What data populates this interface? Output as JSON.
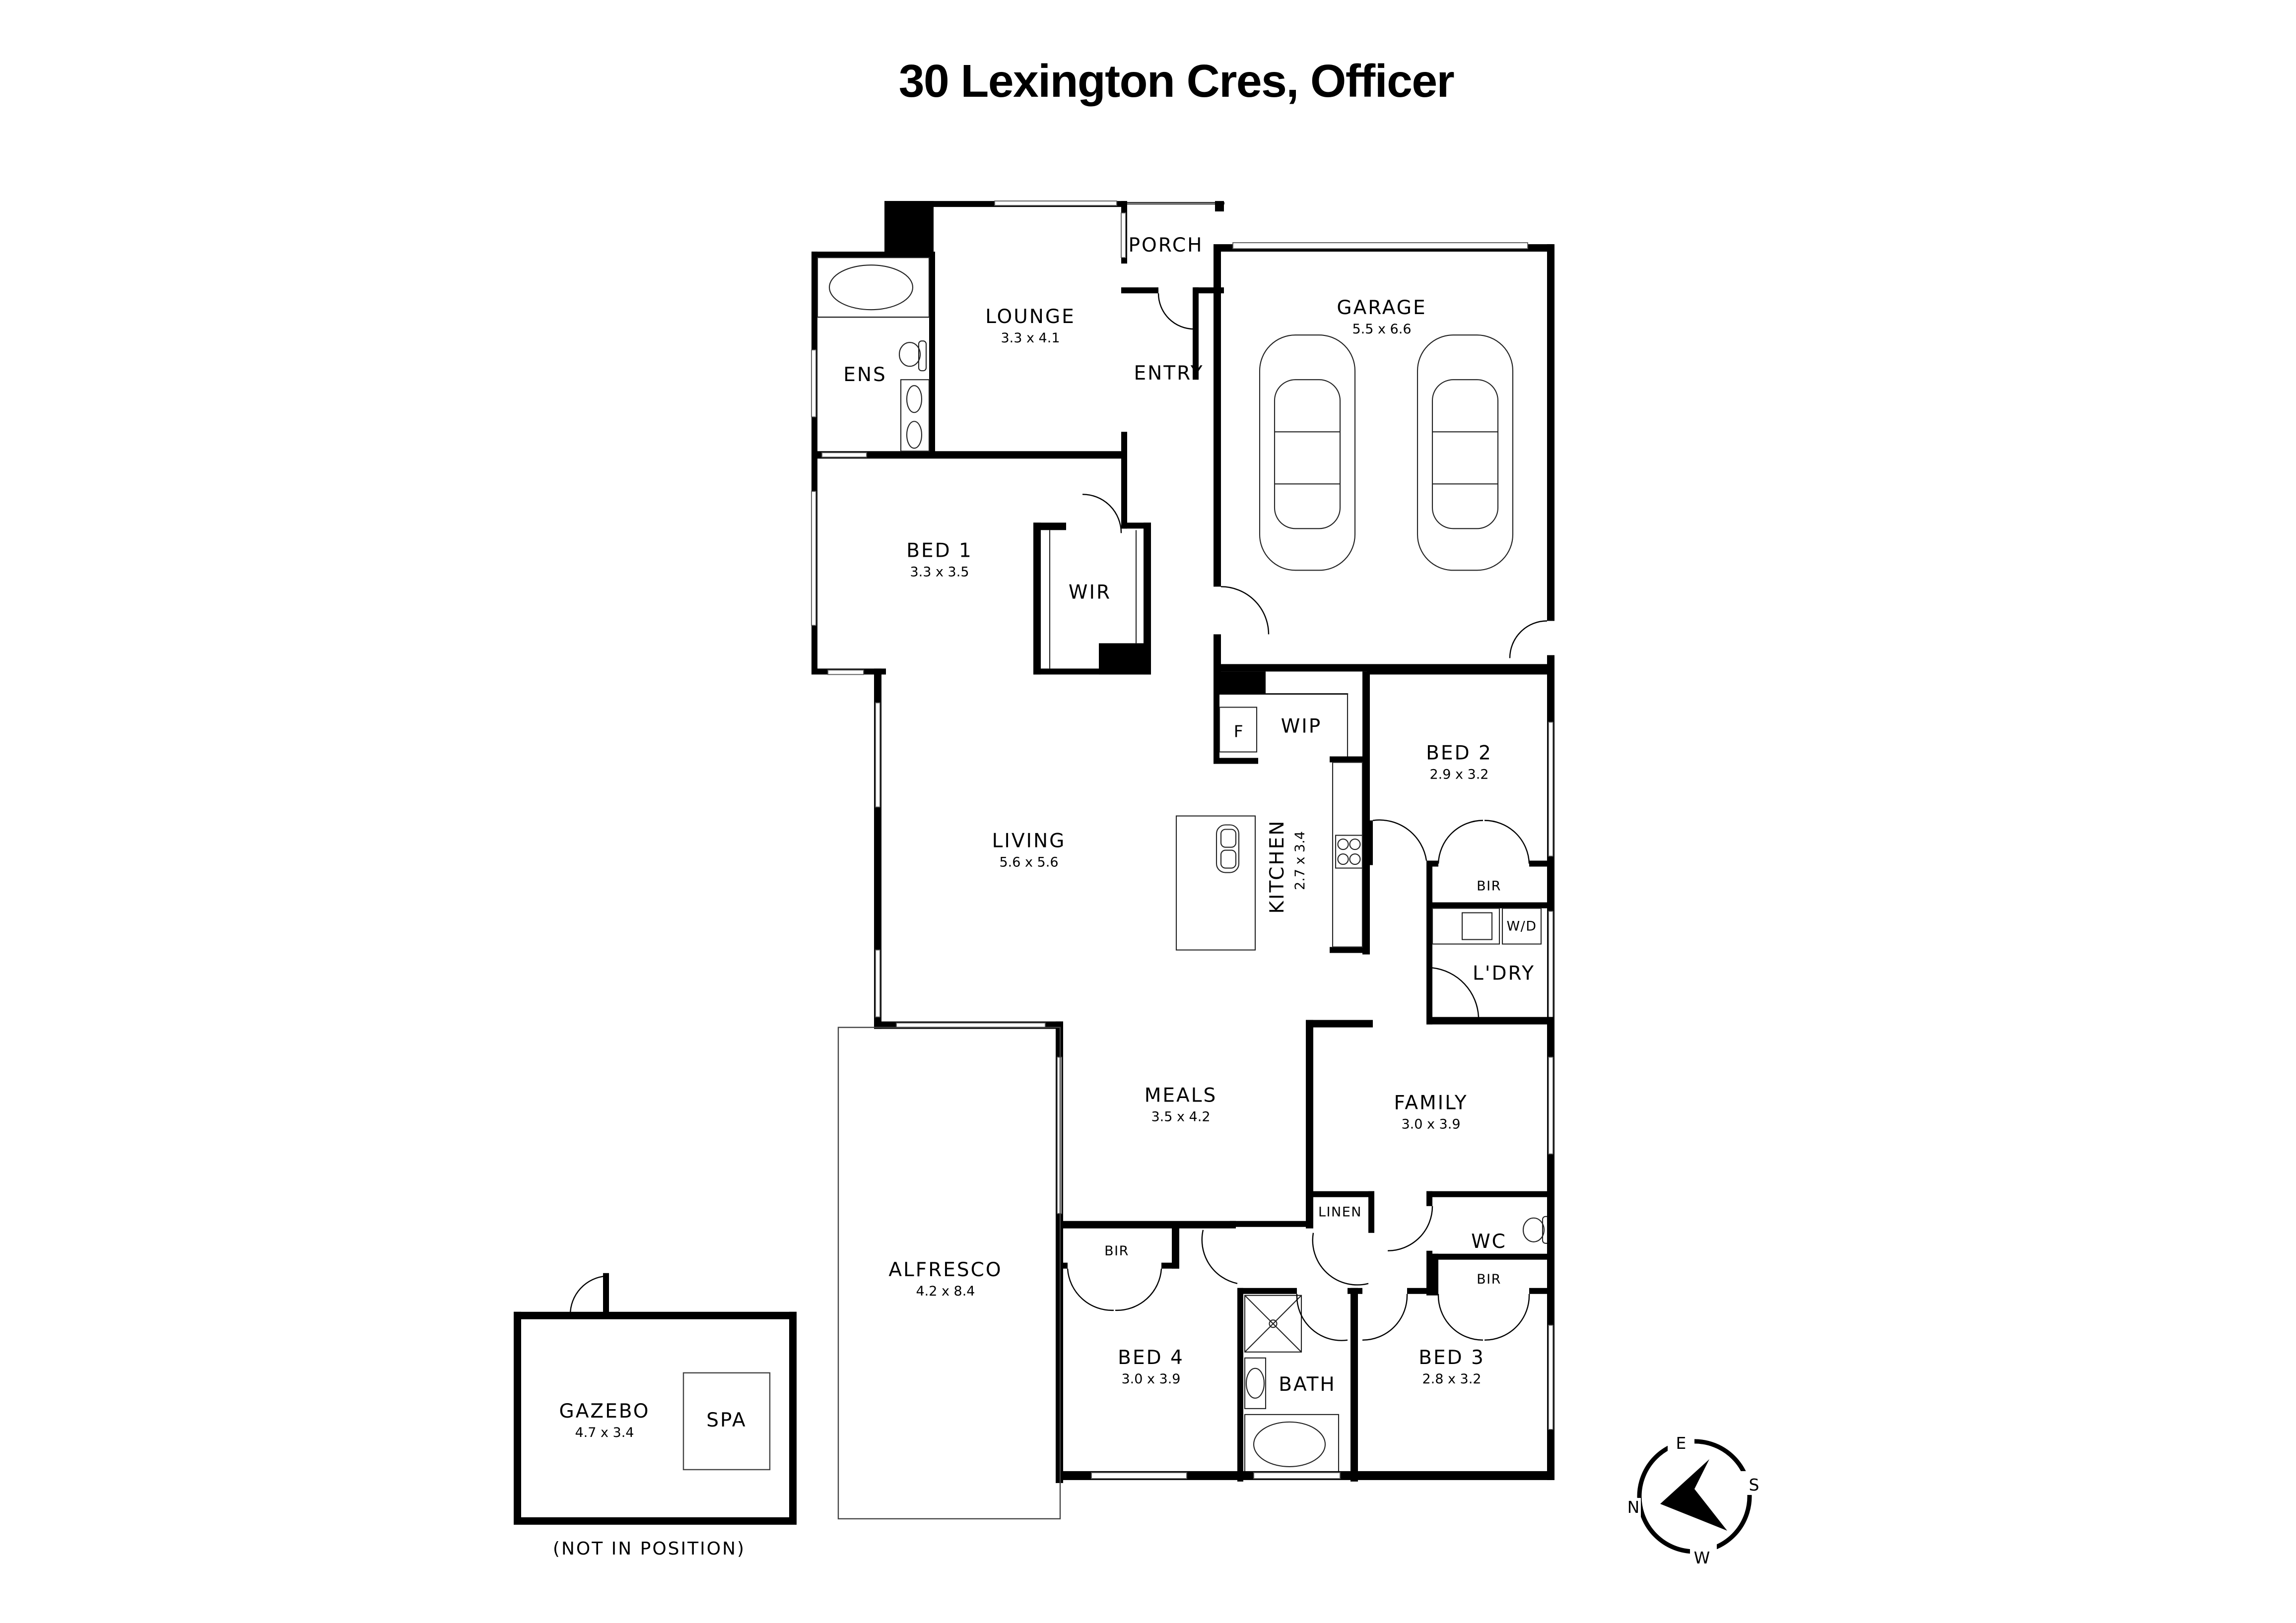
{
  "title": "30 Lexington Cres, Officer",
  "rooms": {
    "porch": {
      "label": "PORCH"
    },
    "lounge": {
      "label": "LOUNGE",
      "dims": "3.3 x 4.1"
    },
    "ens": {
      "label": "ENS"
    },
    "entry": {
      "label": "ENTRY"
    },
    "garage": {
      "label": "GARAGE",
      "dims": "5.5 x 6.6"
    },
    "bed1": {
      "label": "BED 1",
      "dims": "3.3 x 3.5"
    },
    "wir": {
      "label": "WIR"
    },
    "wip": {
      "label": "WIP"
    },
    "fridge": {
      "label": "F"
    },
    "bed2": {
      "label": "BED 2",
      "dims": "2.9 x 3.2"
    },
    "bed2_bir": {
      "label": "BIR"
    },
    "living": {
      "label": "LIVING",
      "dims": "5.6 x 5.6"
    },
    "kitchen": {
      "label": "KITCHEN",
      "dims": "2.7 x 3.4"
    },
    "washer_dryer": {
      "label": "W/D"
    },
    "laundry": {
      "label": "L'DRY"
    },
    "meals": {
      "label": "MEALS",
      "dims": "3.5 x 4.2"
    },
    "family": {
      "label": "FAMILY",
      "dims": "3.0 x 3.9"
    },
    "linen": {
      "label": "LINEN"
    },
    "wc": {
      "label": "WC"
    },
    "alfresco": {
      "label": "ALFRESCO",
      "dims": "4.2 x 8.4"
    },
    "bed4": {
      "label": "BED 4",
      "dims": "3.0 x 3.9"
    },
    "bed4_bir": {
      "label": "BIR"
    },
    "bath": {
      "label": "BATH"
    },
    "bed3": {
      "label": "BED 3",
      "dims": "2.8 x 3.2"
    },
    "bed3_bir": {
      "label": "BIR"
    },
    "gazebo": {
      "label": "GAZEBO",
      "dims": "4.7 x 3.4"
    },
    "spa": {
      "label": "SPA"
    }
  },
  "gazebo_note": "(NOT IN POSITION)",
  "compass": {
    "n": "N",
    "e": "E",
    "s": "S",
    "w": "W"
  },
  "colors": {
    "walls": "#000000",
    "background": "#ffffff"
  }
}
